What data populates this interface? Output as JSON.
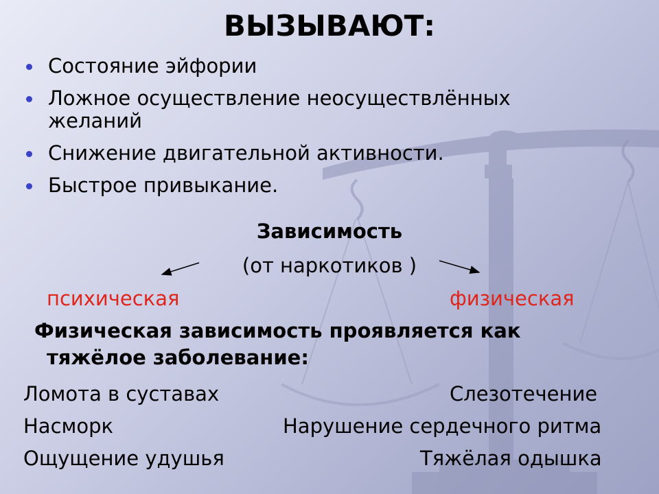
{
  "slide": {
    "title": "ВЫЗЫВАЮТ:",
    "bullets": [
      "Состояние эйфории",
      "Ложное осуществление неосуществлённых желаний",
      "Снижение двигательной активности.",
      "Быстрое привыкание."
    ],
    "dependence_heading": "Зависимость",
    "dependence_sub": "(от наркотиков )",
    "type_left": "психическая",
    "type_right": "физическая",
    "physical_line1": "Физическая зависимость проявляется как",
    "physical_line2": "тяжёлое заболевание:",
    "symptoms": [
      "Ломота в суставах",
      "Слезотечение",
      "Насморк",
      "Нарушение сердечного ритма",
      "Ощущение удушья",
      "Тяжёлая одышка"
    ]
  },
  "colors": {
    "bullet": "#3a42c8",
    "accent_red": "#e0261c"
  },
  "decor": {
    "background_icon": "scales-of-justice-icon"
  }
}
